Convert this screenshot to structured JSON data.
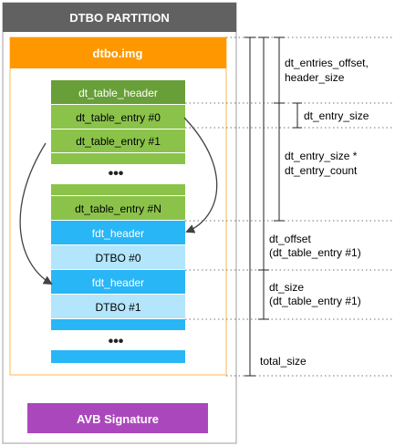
{
  "partition": {
    "title": "DTBO PARTITION",
    "image_label": "dtbo.img",
    "signature_label": "AVB Signature"
  },
  "blocks": {
    "table_header": "dt_table_header",
    "entry_0": "dt_table_entry #0",
    "entry_1": "dt_table_entry #1",
    "entry_n": "dt_table_entry #N",
    "fdt_header_1": "fdt_header",
    "dtbo_0": "DTBO #0",
    "fdt_header_2": "fdt_header",
    "dtbo_1": "DTBO #1",
    "ellipsis": "•••"
  },
  "annotations": {
    "entries_offset_line1": "dt_entries_offset,",
    "entries_offset_line2": "header_size",
    "entry_size": "dt_entry_size",
    "entry_size_count_line1": "dt_entry_size *",
    "entry_size_count_line2": "dt_entry_count",
    "dt_offset_line1": "dt_offset",
    "dt_offset_line2": "(dt_table_entry #1)",
    "dt_size_line1": "dt_size",
    "dt_size_line2": "(dt_table_entry #1)",
    "total_size": "total_size"
  },
  "colors": {
    "frame_border": "#9e9e9e",
    "title_bar": "#616161",
    "orange": "#ff9800",
    "header_green": "#689f38",
    "entry_green": "#8bc34a",
    "blue": "#29b6f6",
    "light_blue": "#b3e5fc",
    "purple": "#ab47bc",
    "arrow": "#424242"
  }
}
